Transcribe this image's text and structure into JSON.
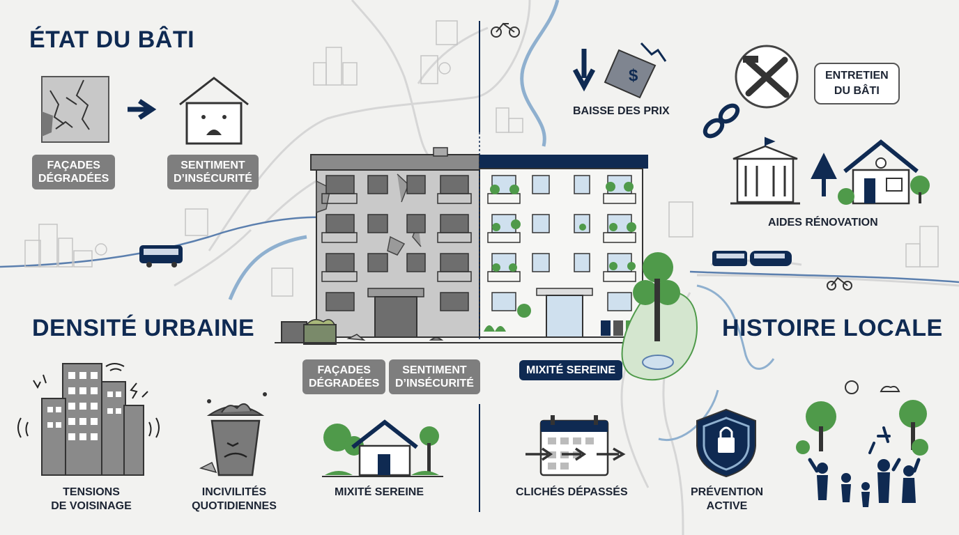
{
  "sections": {
    "etat_du_bati": "ÉTAT DU BÂTI",
    "densite_urbaine": "DENSITÉ URBAINE",
    "histoire_locale": "HISTOIRE LOCALE"
  },
  "top_left": {
    "facades_degradees": "FAÇADES\nDÉGRADÉES",
    "sentiment_insecurite": "SENTIMENT\nD’INSÉCURITÉ"
  },
  "center": {
    "facades_degradees": "FAÇADES\nDÉGRADÉES",
    "sentiment_insecurite": "SENTIMENT\nD’INSÉCURITÉ",
    "mixite_sereine": "MIXITÉ SEREINE"
  },
  "top_right": {
    "baisse_des_prix": "BAISSE DES PRIX",
    "entretien_du_bati": "ENTRETIEN\nDU BÂTI",
    "aides_renovation": "AIDES RÉNOVATION"
  },
  "bottom": {
    "tensions_de_voisinage": "TENSIONS\nDE VOISINAGE",
    "incivilites_quotidiennes": "INCIVILITÉS\nQUOTIDIENNES",
    "mixite_sereine": "MIXITÉ SEREINE",
    "cliches_depasses": "CLICHÉS DÉPASSÉS",
    "prevention_active": "PRÉVENTION\nACTIVE"
  },
  "colors": {
    "navy": "#0f2a52",
    "blue_stream": "#8fb0cf",
    "green": "#4f9a4a",
    "gray_pill": "#7e7e7e",
    "background": "#f2f2f0"
  },
  "icons": [
    "cracked-wall-icon",
    "arrow-right-icon",
    "worried-house-icon",
    "bus-icon",
    "arrow-down-icon",
    "price-tag-icon",
    "wrench-hammer-icon",
    "chain-icon",
    "bicycle-icon",
    "town-hall-icon",
    "arrow-up-icon",
    "house-icon",
    "tram-icon",
    "noisy-tower-icon",
    "trash-bin-icon",
    "house-trees-icon",
    "calendar-arrows-icon",
    "shield-lock-icon",
    "family-park-icon"
  ]
}
